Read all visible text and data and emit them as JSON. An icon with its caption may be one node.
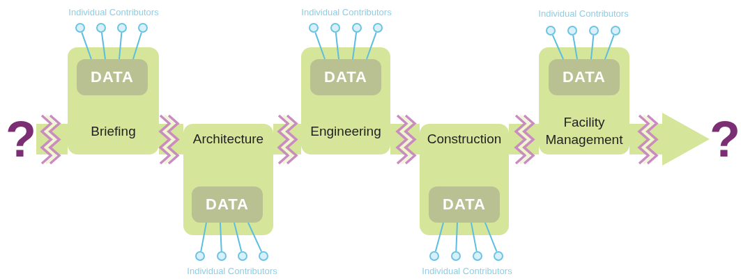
{
  "diagram": {
    "nodes": [
      {
        "text": [
          "?"
        ]
      },
      {
        "text": [
          "Briefing"
        ]
      },
      {
        "text": [
          "DATA"
        ],
        "in": 1
      },
      {
        "text": [],
        "shape": "circle"
      },
      {
        "text": [],
        "shape": "circle"
      },
      {
        "text": [],
        "shape": "circle"
      },
      {
        "text": [],
        "shape": "circle"
      },
      {
        "text": [
          "Architecture"
        ]
      },
      {
        "text": [
          "DATA"
        ],
        "in": 7
      },
      {
        "text": [],
        "shape": "circle"
      },
      {
        "text": [],
        "shape": "circle"
      },
      {
        "text": [],
        "shape": "circle"
      },
      {
        "text": [],
        "shape": "circle"
      },
      {
        "text": [
          "Engineering"
        ]
      },
      {
        "text": [
          "DATA"
        ],
        "in": 13
      },
      {
        "text": [],
        "shape": "circle"
      },
      {
        "text": [],
        "shape": "circle"
      },
      {
        "text": [],
        "shape": "circle"
      },
      {
        "text": [],
        "shape": "circle"
      },
      {
        "text": [
          "Construction"
        ]
      },
      {
        "text": [
          "DATA"
        ],
        "in": 19
      },
      {
        "text": [],
        "shape": "circle"
      },
      {
        "text": [],
        "shape": "circle"
      },
      {
        "text": [],
        "shape": "circle"
      },
      {
        "text": [],
        "shape": "circle"
      },
      {
        "text": [
          "Facility Management"
        ]
      },
      {
        "text": [
          "DATA"
        ],
        "in": 25
      },
      {
        "text": [],
        "shape": "circle"
      },
      {
        "text": [],
        "shape": "circle"
      },
      {
        "text": [],
        "shape": "circle"
      },
      {
        "text": [],
        "shape": "circle"
      },
      {
        "text": [
          "?"
        ]
      }
    ],
    "edges": [
      {
        "from": 0,
        "to": 1,
        "arrow": "none",
        "style": "thick",
        "color": "#d5e59a"
      },
      {
        "from": 1,
        "to": 7,
        "arrow": "none",
        "style": "thick",
        "color": "#d5e59a"
      },
      {
        "from": 7,
        "to": 13,
        "arrow": "none",
        "style": "thick",
        "color": "#d5e59a"
      },
      {
        "from": 13,
        "to": 19,
        "arrow": "none",
        "style": "thick",
        "color": "#d5e59a"
      },
      {
        "from": 19,
        "to": 25,
        "arrow": "none",
        "style": "thick",
        "color": "#d5e59a"
      },
      {
        "from": 25,
        "to": 31,
        "arrow": "to",
        "style": "thick",
        "color": "#d5e59a"
      },
      {
        "from": 3,
        "to": 2,
        "arrow": "none"
      },
      {
        "from": 4,
        "to": 2,
        "arrow": "none"
      },
      {
        "from": 5,
        "to": 2,
        "arrow": "none"
      },
      {
        "from": 6,
        "to": 2,
        "arrow": "none"
      },
      {
        "from": 9,
        "to": 8,
        "arrow": "none"
      },
      {
        "from": 10,
        "to": 8,
        "arrow": "none"
      },
      {
        "from": 11,
        "to": 8,
        "arrow": "none"
      },
      {
        "from": 12,
        "to": 8,
        "arrow": "none"
      },
      {
        "from": 15,
        "to": 14,
        "arrow": "none"
      },
      {
        "from": 16,
        "to": 14,
        "arrow": "none"
      },
      {
        "from": 17,
        "to": 14,
        "arrow": "none"
      },
      {
        "from": 18,
        "to": 14,
        "arrow": "none"
      },
      {
        "from": 21,
        "to": 20,
        "arrow": "none"
      },
      {
        "from": 22,
        "to": 20,
        "arrow": "none"
      },
      {
        "from": 23,
        "to": 20,
        "arrow": "none"
      },
      {
        "from": 24,
        "to": 20,
        "arrow": "none"
      },
      {
        "from": 27,
        "to": 26,
        "arrow": "none"
      },
      {
        "from": 28,
        "to": 26,
        "arrow": "none"
      },
      {
        "from": 29,
        "to": 26,
        "arrow": "none"
      },
      {
        "from": 30,
        "to": 26,
        "arrow": "none"
      }
    ],
    "labels": [
      "Individual Contributors",
      "Individual Contributors",
      "Individual Contributors",
      "Individual Contributors",
      "Individual Contributors"
    ]
  }
}
